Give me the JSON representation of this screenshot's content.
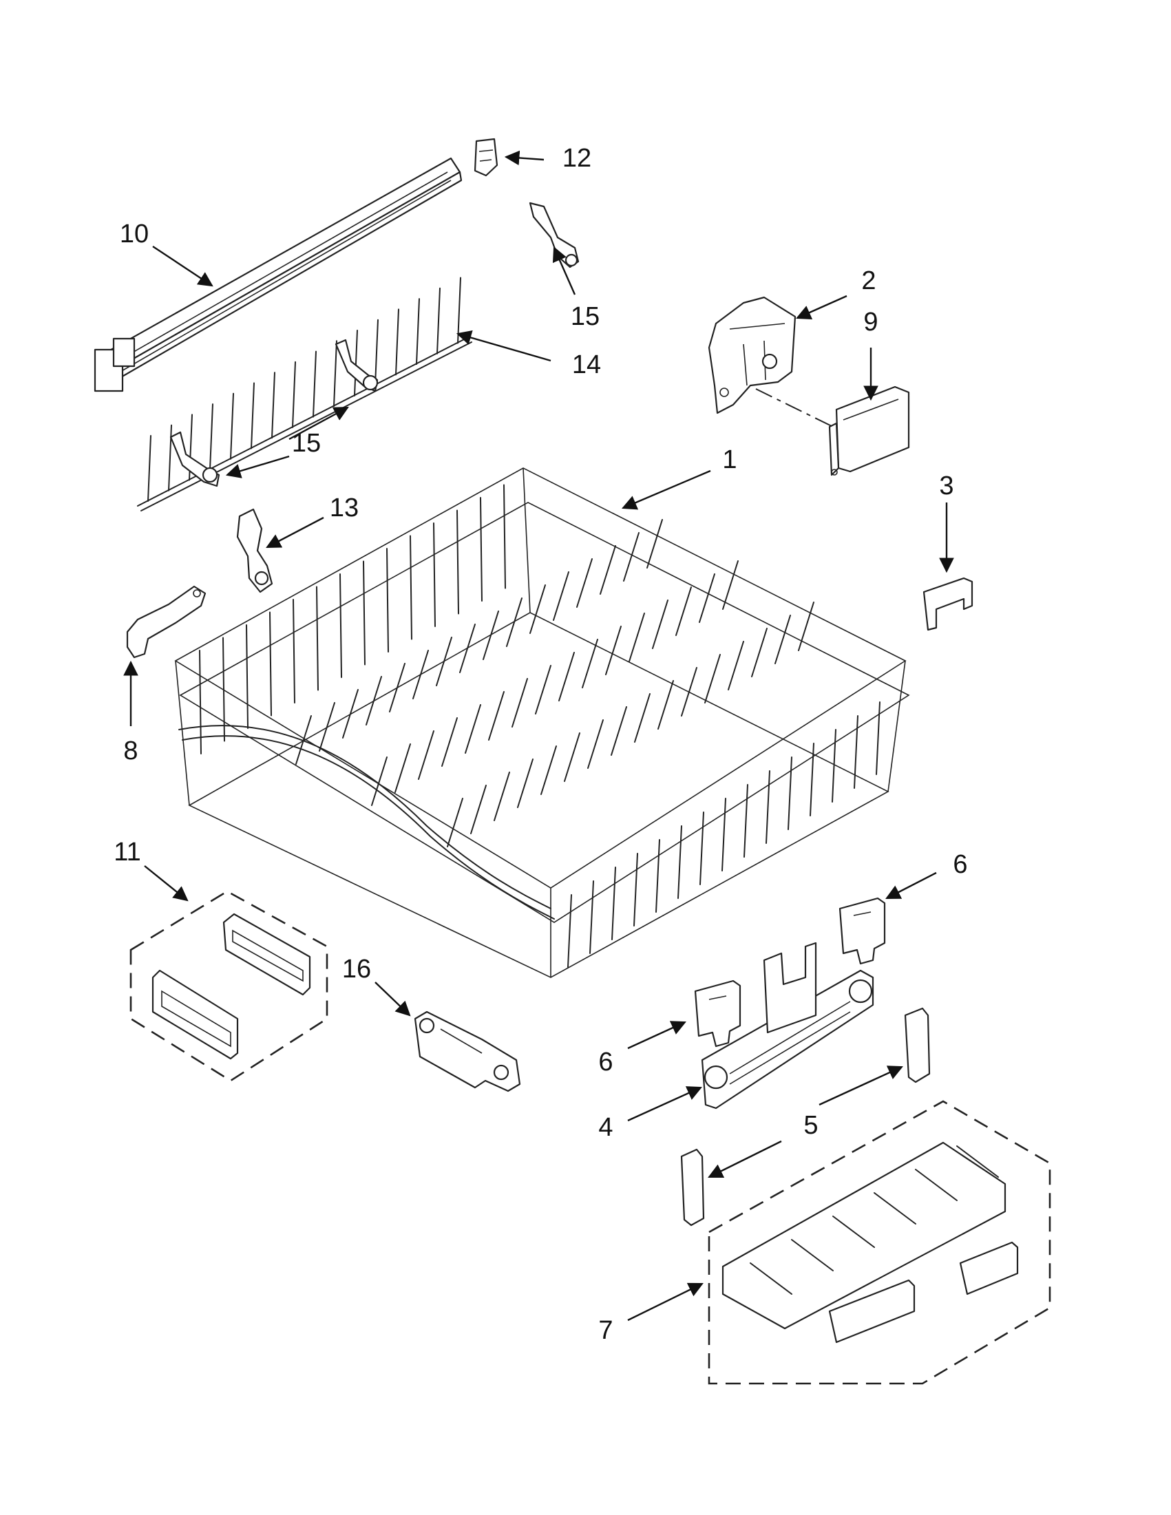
{
  "callouts": {
    "c1": "1",
    "c2": "2",
    "c3": "3",
    "c4": "4",
    "c5": "5",
    "c6a": "6",
    "c6b": "6",
    "c7": "7",
    "c8": "8",
    "c9": "9",
    "c10": "10",
    "c11": "11",
    "c12": "12",
    "c13": "13",
    "c14": "14",
    "c15a": "15",
    "c15b": "15",
    "c16": "16"
  }
}
